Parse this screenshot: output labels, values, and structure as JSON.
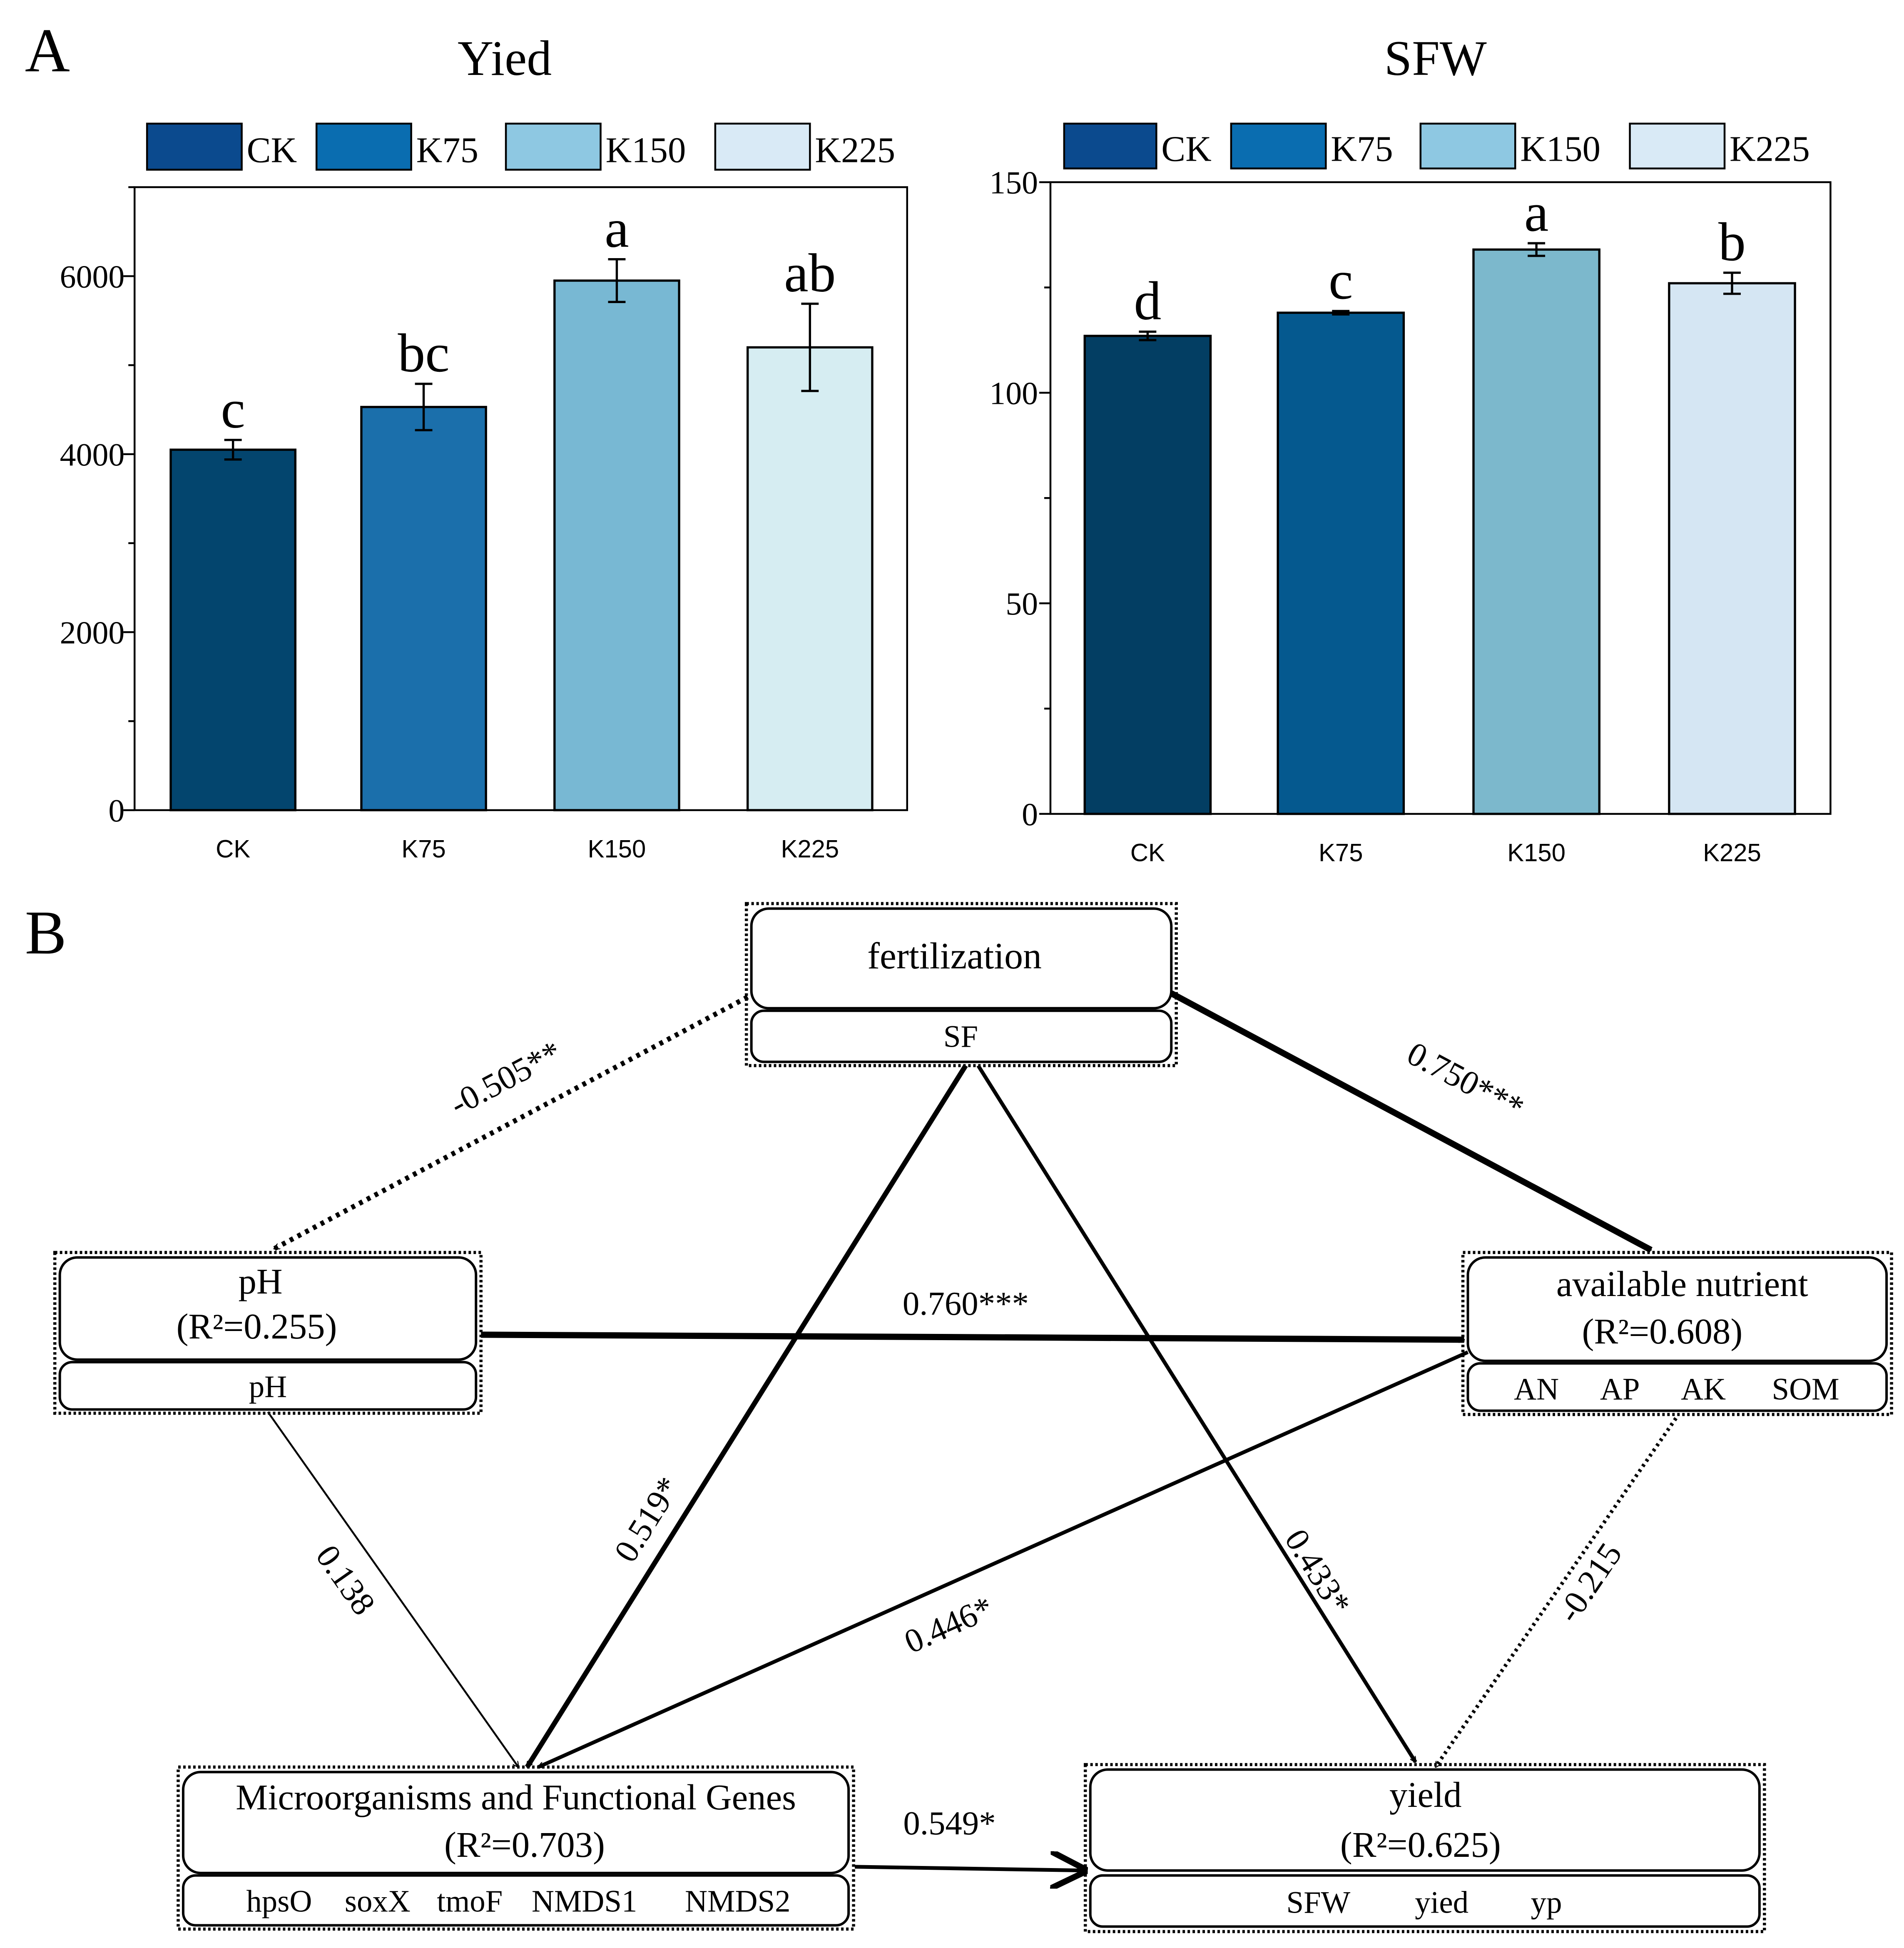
{
  "panels": {
    "a": "A",
    "b": "B"
  },
  "colors": {
    "legend": [
      "#0b4a8e",
      "#0a6db0",
      "#8ec8e2",
      "#d9eaf6"
    ],
    "yield_bars": [
      "#03456e",
      "#1b6fab",
      "#78b8d3",
      "#d6edf2"
    ],
    "sfw_bars": [
      "#033e63",
      "#05598f",
      "#7cb8cc",
      "#d5e6f3"
    ]
  },
  "chart_data": [
    {
      "type": "bar",
      "title": "Yied",
      "categories": [
        "CK",
        "K75",
        "K150",
        "K225"
      ],
      "legend": [
        "CK",
        "K75",
        "K150",
        "K225"
      ],
      "values": [
        4050,
        4530,
        5950,
        5200
      ],
      "errors": [
        110,
        260,
        240,
        490
      ],
      "letters": [
        "c",
        "bc",
        "a",
        "ab"
      ],
      "ylim": [
        0,
        7000
      ],
      "yticks": [
        0,
        2000,
        4000,
        6000
      ],
      "xlabel": "",
      "ylabel": ""
    },
    {
      "type": "bar",
      "title": "SFW",
      "categories": [
        "CK",
        "K75",
        "K150",
        "K225"
      ],
      "legend": [
        "CK",
        "K75",
        "K150",
        "K225"
      ],
      "values": [
        113.5,
        119,
        134,
        126
      ],
      "errors": [
        1.0,
        0.4,
        1.5,
        2.5
      ],
      "letters": [
        "d",
        "c",
        "a",
        "b"
      ],
      "ylim": [
        0,
        150
      ],
      "yticks": [
        0,
        50,
        100,
        150
      ],
      "xlabel": "",
      "ylabel": ""
    }
  ],
  "path_model": {
    "nodes": {
      "fertilization": {
        "title": "fertilization",
        "indicators": "SF"
      },
      "ph": {
        "title": "pH",
        "r2": "(R²=0.255)",
        "indicators": "pH"
      },
      "nutrient": {
        "title": "available nutrient",
        "r2": "(R²=0.608)",
        "indicators": [
          "AN",
          "AP",
          "AK",
          "SOM"
        ]
      },
      "micro": {
        "title": "Microorganisms and Functional Genes",
        "r2": "(R²=0.703)",
        "indicators": [
          "hpsO",
          "soxX",
          "tmoF",
          "NMDS1",
          "NMDS2"
        ]
      },
      "yield": {
        "title": "yield",
        "r2": "(R²=0.625)",
        "indicators": [
          "SFW",
          "yied",
          "yp"
        ]
      }
    },
    "paths": [
      {
        "from": "fertilization",
        "to": "ph",
        "coef": "-0.505**",
        "negative": true
      },
      {
        "from": "fertilization",
        "to": "nutrient",
        "coef": "0.750***",
        "negative": false
      },
      {
        "from": "fertilization",
        "to": "micro",
        "coef": "0.519*",
        "negative": false
      },
      {
        "from": "fertilization",
        "to": "yield",
        "coef": "0.433*",
        "negative": false
      },
      {
        "from": "ph",
        "to": "nutrient",
        "coef": "0.760***",
        "negative": false
      },
      {
        "from": "ph",
        "to": "micro",
        "coef": "0.138",
        "negative": false
      },
      {
        "from": "nutrient",
        "to": "micro",
        "coef": "0.446*",
        "negative": false
      },
      {
        "from": "nutrient",
        "to": "yield",
        "coef": "-0.215",
        "negative": true
      },
      {
        "from": "micro",
        "to": "yield",
        "coef": "0.549*",
        "negative": false
      }
    ]
  }
}
